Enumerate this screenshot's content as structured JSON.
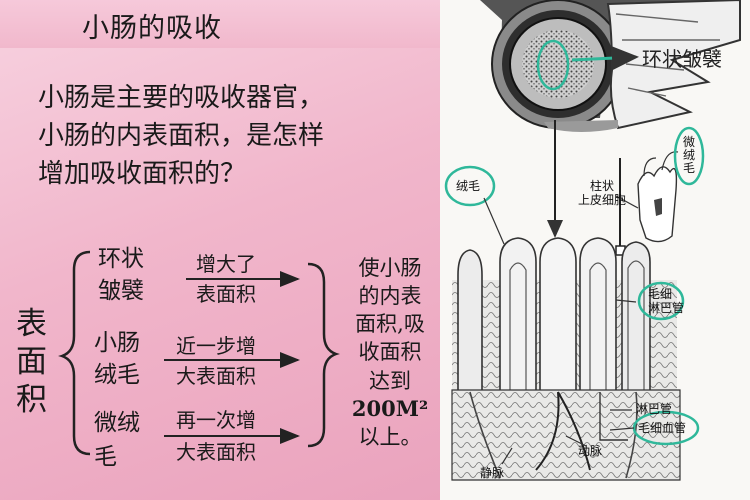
{
  "slide": {
    "title": "小肠的吸收",
    "question": [
      "小肠是主要的吸收器官，",
      "小肠的内表面积，是怎样",
      "增加吸收面积的？"
    ],
    "surface_label": [
      "表",
      "面",
      "积"
    ]
  },
  "structures": [
    {
      "name": [
        "环状",
        "皱襞"
      ],
      "effect": [
        "增大了",
        "表面积"
      ]
    },
    {
      "name": [
        "小肠",
        "绒毛"
      ],
      "effect": [
        "近一步增",
        "大表面积"
      ]
    },
    {
      "name": [
        "微绒",
        "毛"
      ],
      "effect": [
        "再一次增",
        "大表面积"
      ]
    }
  ],
  "result": [
    "使小肠",
    "的内表",
    "面积,吸",
    "收面积",
    "达到",
    "200M²",
    "以上。"
  ],
  "diagram": {
    "labels": {
      "circular_folds": "环状皱襞",
      "villi": "绒毛",
      "microvilli": [
        "微",
        "绒",
        "毛"
      ],
      "columnar_epithelium": [
        "柱状",
        "上皮细胞"
      ],
      "capillary_lymph": [
        "毛细",
        "淋巴管"
      ],
      "lymph_vessel": "淋巴管",
      "blood_capillary": "毛细血管",
      "artery": "动脉",
      "vein": "静脉"
    },
    "highlight_color": "#2fb89a"
  }
}
